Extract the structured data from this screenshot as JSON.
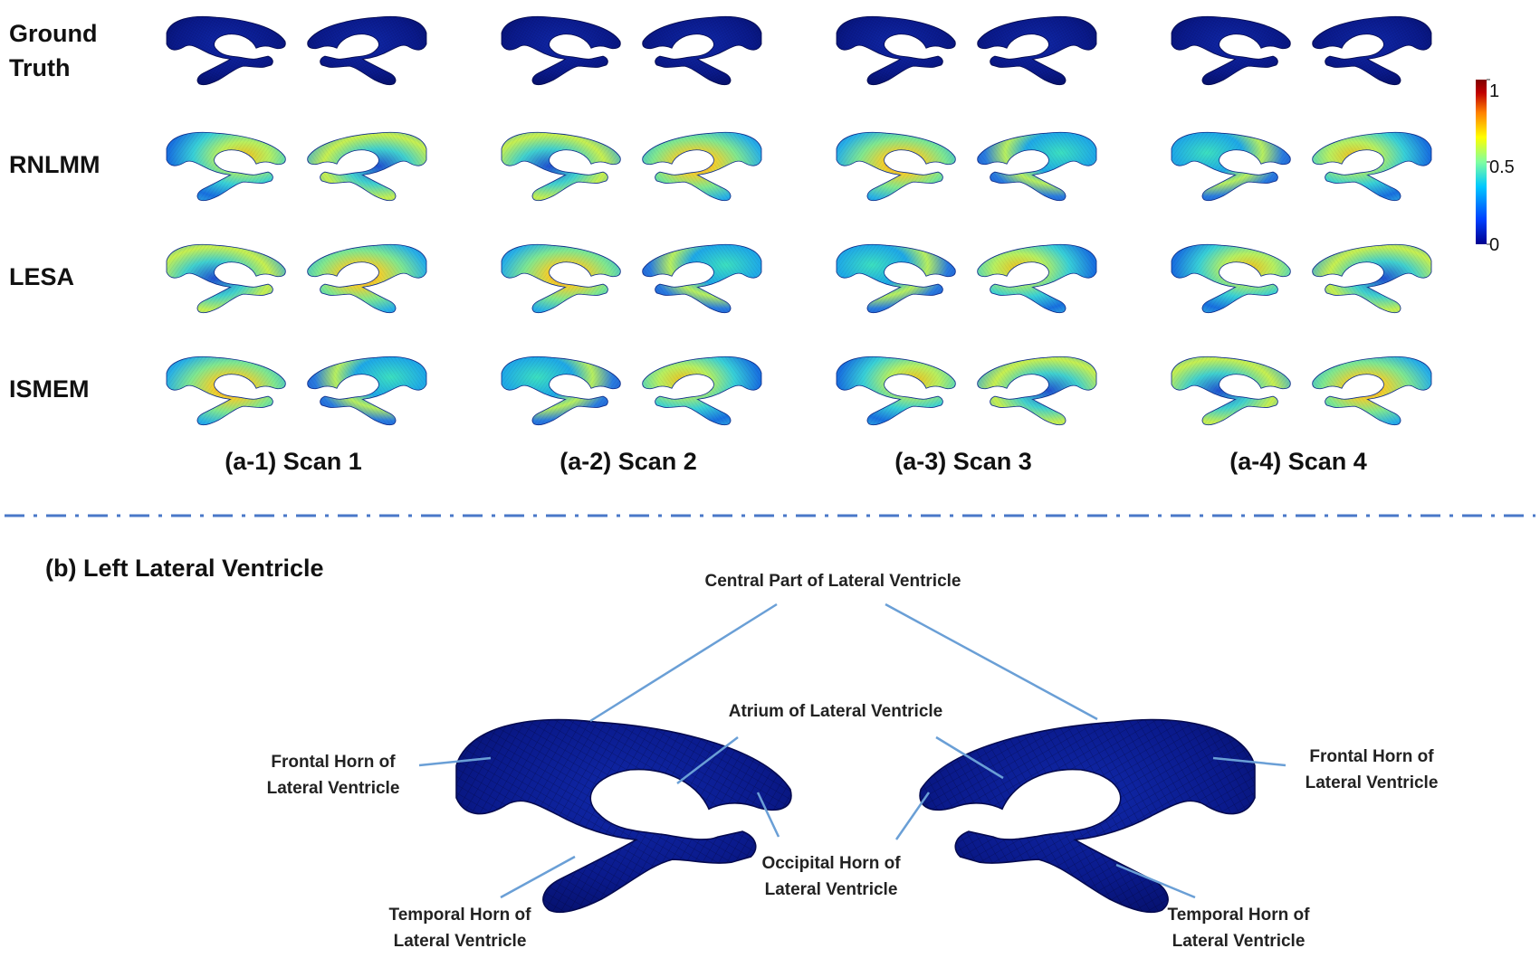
{
  "row_labels": {
    "ground_truth": "Ground Truth",
    "ground_truth_line1": "Ground",
    "ground_truth_line2": "Truth",
    "rnlmm": "RNLMM",
    "lesa": "LESA",
    "ismem": "ISMEM"
  },
  "scan_labels": [
    "(a-1) Scan 1",
    "(a-2) Scan 2",
    "(a-3) Scan 3",
    "(a-4) Scan 4"
  ],
  "colorbar": {
    "ticks": [
      "1",
      "0.5",
      "0"
    ],
    "colormap": [
      "#00008f",
      "#0040ff",
      "#00c8ff",
      "#80ffa0",
      "#ffff00",
      "#ff8000",
      "#c00000",
      "#800000"
    ]
  },
  "section_b": {
    "title": "(b) Left Lateral Ventricle",
    "central": "Central Part of Lateral Ventricle",
    "atrium": "Atrium of Lateral Ventricle",
    "frontal_left_1": "Frontal Horn of",
    "frontal_left_2": "Lateral Ventricle",
    "frontal_right_1": "Frontal Horn of",
    "frontal_right_2": "Lateral Ventricle",
    "occipital_1": "Occipital Horn of",
    "occipital_2": "Lateral Ventricle",
    "temporal_left_1": "Temporal Horn of",
    "temporal_left_2": "Lateral Ventricle",
    "temporal_right_1": "Temporal Horn of",
    "temporal_right_2": "Lateral Ventricle"
  },
  "colors": {
    "surface_dark": "#0a1a8c",
    "divider": "#4a78c8",
    "leader": "#6a9fd6"
  }
}
